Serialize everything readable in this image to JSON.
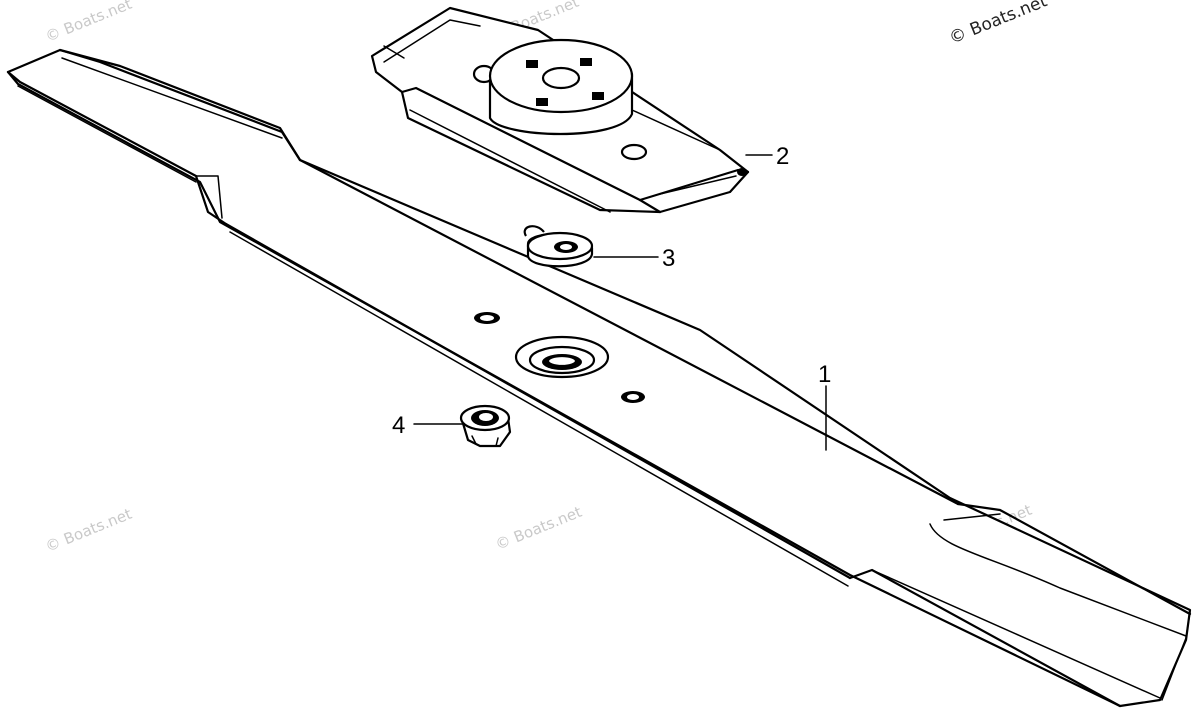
{
  "callouts": [
    {
      "id": "1",
      "label": "1"
    },
    {
      "id": "2",
      "label": "2"
    },
    {
      "id": "3",
      "label": "3"
    },
    {
      "id": "4",
      "label": "4"
    }
  ],
  "watermarks": {
    "corner": "© Boats.net",
    "faint": "© Boats.net"
  },
  "colors": {
    "line": "#000000",
    "background": "#ffffff",
    "watermark": "#c9c9c9"
  }
}
